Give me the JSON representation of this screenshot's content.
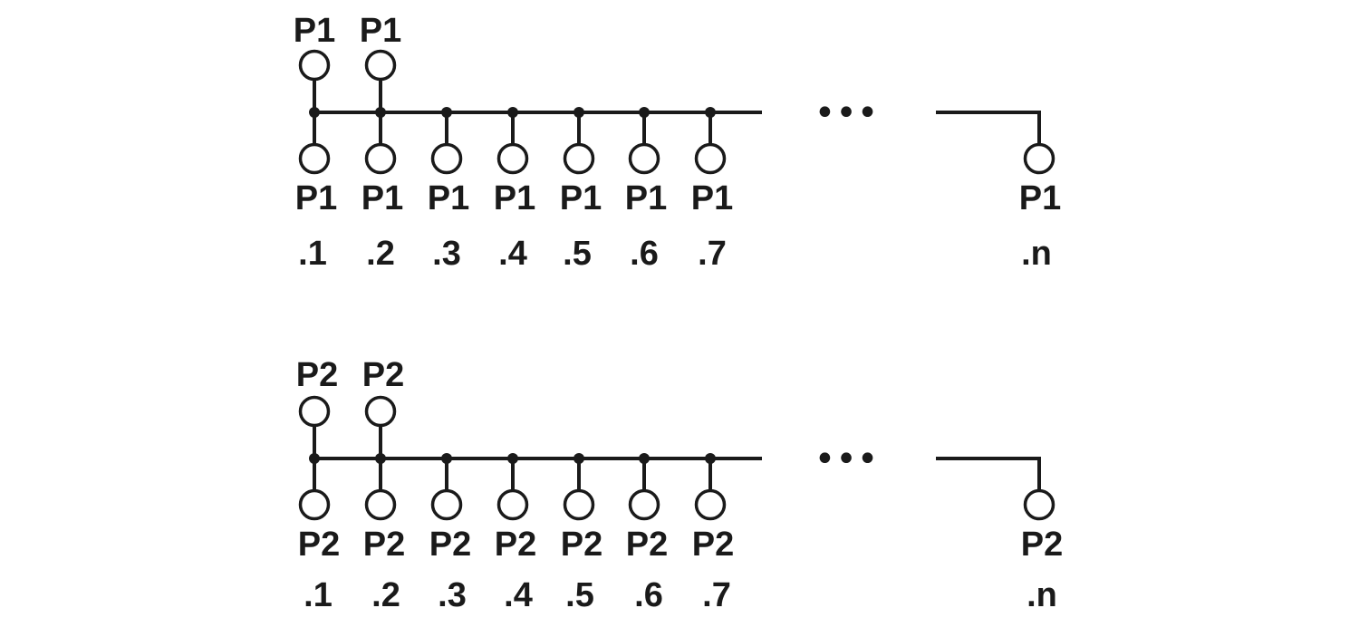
{
  "groups": [
    {
      "potential": "P1",
      "top_labels": [
        "P1",
        "P1"
      ],
      "bottom_labels": [
        "P1",
        "P1",
        "P1",
        "P1",
        "P1",
        "P1",
        "P1"
      ],
      "index_labels": [
        ".1",
        ".2",
        ".3",
        ".4",
        ".5",
        ".6",
        ".7"
      ],
      "end_label": "P1",
      "end_index": ".n"
    },
    {
      "potential": "P2",
      "top_labels": [
        "P2",
        "P2"
      ],
      "bottom_labels": [
        "P2",
        "P2",
        "P2",
        "P2",
        "P2",
        "P2",
        "P2"
      ],
      "index_labels": [
        ".1",
        ".2",
        ".3",
        ".4",
        ".5",
        ".6",
        ".7"
      ],
      "end_label": "P2",
      "end_index": ".n"
    }
  ],
  "ellipsis": "•••",
  "colors": {
    "line": "#1a1a1a",
    "background": "#ffffff"
  }
}
